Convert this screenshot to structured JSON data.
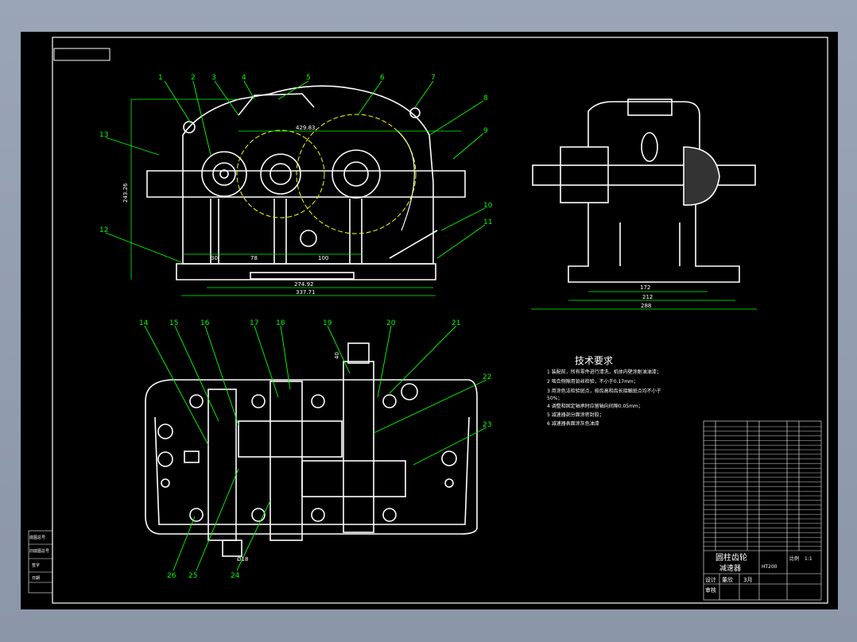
{
  "balloons": [
    "1",
    "2",
    "3",
    "4",
    "5",
    "6",
    "7",
    "8",
    "9",
    "10",
    "11",
    "12",
    "13",
    "14",
    "15",
    "16",
    "17",
    "18",
    "19",
    "20",
    "21",
    "22",
    "23",
    "24",
    "25",
    "26"
  ],
  "dims_front": {
    "d1": "429.83",
    "d2": "243.26",
    "d3": "30",
    "d4": "78",
    "d5": "100",
    "d6": "274.92",
    "d7": "337.71"
  },
  "dims_side": {
    "d1": "172",
    "d2": "212",
    "d3": "288"
  },
  "dims_plan": {
    "d1": "40",
    "d2": "Ø18"
  },
  "tech": {
    "title": "技术要求",
    "lines": [
      "1  装配前，所有零件进行清洗，机体内壁涂耐油油漆；",
      "2  啮合侧隙用铅丝检验，不小于0.17mm；",
      "3  用涂色法检验斑点，按齿高和齿长接触斑点均不小于",
      "   50%；",
      "4  调整和固定轴承时应留轴向间隙0.05mm；",
      "5  减速器剖分面涂密封胶；",
      "6  减速器表面涂灰色油漆"
    ]
  },
  "title_block": {
    "name1": "圆柱齿轮",
    "name2": "减速器",
    "design": "设计",
    "designer": "董欣",
    "month": "3月",
    "review": "审核",
    "scale_label": "比例",
    "scale": "1:1",
    "material": "HT200"
  },
  "left_stamp": [
    "底图总号",
    "旧底图总号",
    "签字",
    "日期"
  ]
}
